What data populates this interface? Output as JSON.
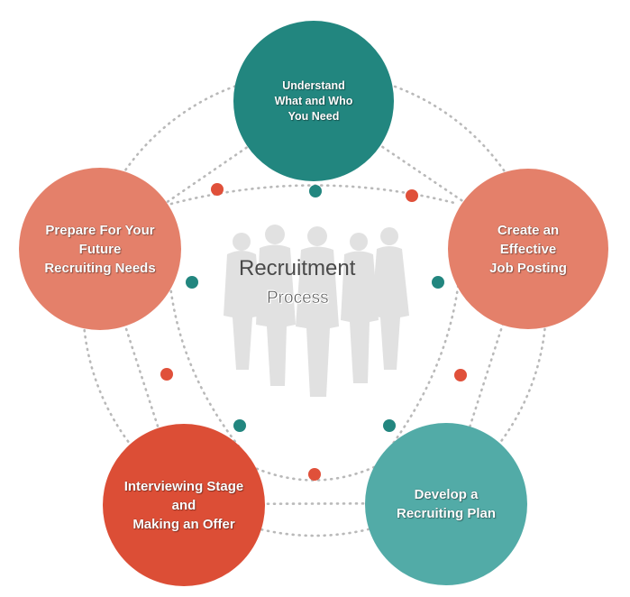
{
  "center": {
    "title": "Recruitment",
    "subtitle": "Process"
  },
  "stages": [
    {
      "label": "Understand\nWhat and Who\nYou Need",
      "color": "#22867f",
      "icon": "stage-understand"
    },
    {
      "label": "Create an\nEffective\nJob Posting",
      "color": "#e4806a",
      "icon": "stage-posting"
    },
    {
      "label": "Develop a\nRecruiting Plan",
      "color": "#52aba7",
      "icon": "stage-plan"
    },
    {
      "label": "Interviewing Stage\nand\nMaking an Offer",
      "color": "#dc4e36",
      "icon": "stage-interview"
    },
    {
      "label": "Prepare For Your\nFuture\nRecruiting Needs",
      "color": "#e4806a",
      "icon": "stage-prepare"
    }
  ],
  "colors": {
    "connector_dot_red": "#e0503a",
    "connector_dot_teal": "#22867f",
    "dotted_line": "#b9b9b9",
    "silhouette": "#dcdcdc"
  },
  "icons": {
    "background": "business-people-silhouette-icon"
  }
}
